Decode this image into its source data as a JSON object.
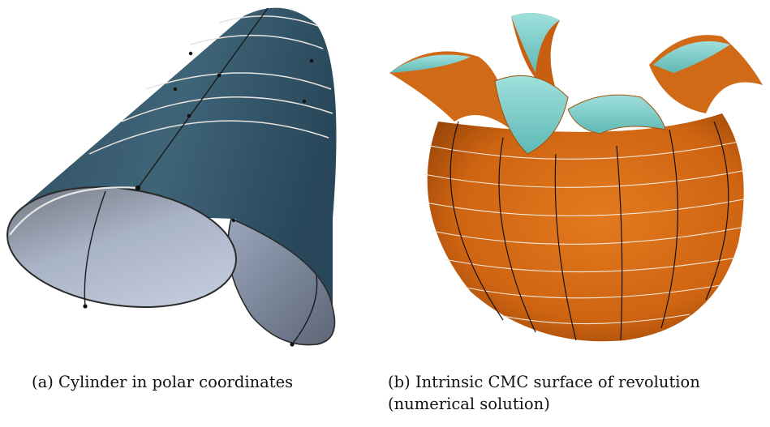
{
  "figure": {
    "subfigures": [
      {
        "id": "a",
        "caption_label": "(a)",
        "caption_text": "Cylinder in polar coordinates",
        "surface_colors": {
          "outer": "#3e5f71",
          "inner": "#b4bfd2",
          "rim": "#d9d9d9"
        }
      },
      {
        "id": "b",
        "caption_label": "(b)",
        "caption_text_line1": "Intrinsic CMC surface of revolution",
        "caption_text_line2": "(numerical solution)",
        "surface_colors": {
          "outer": "#cf6a14",
          "inner": "#7fd1cc",
          "meridian": "#111111",
          "parallel": "#f4e9dc"
        }
      }
    ]
  }
}
